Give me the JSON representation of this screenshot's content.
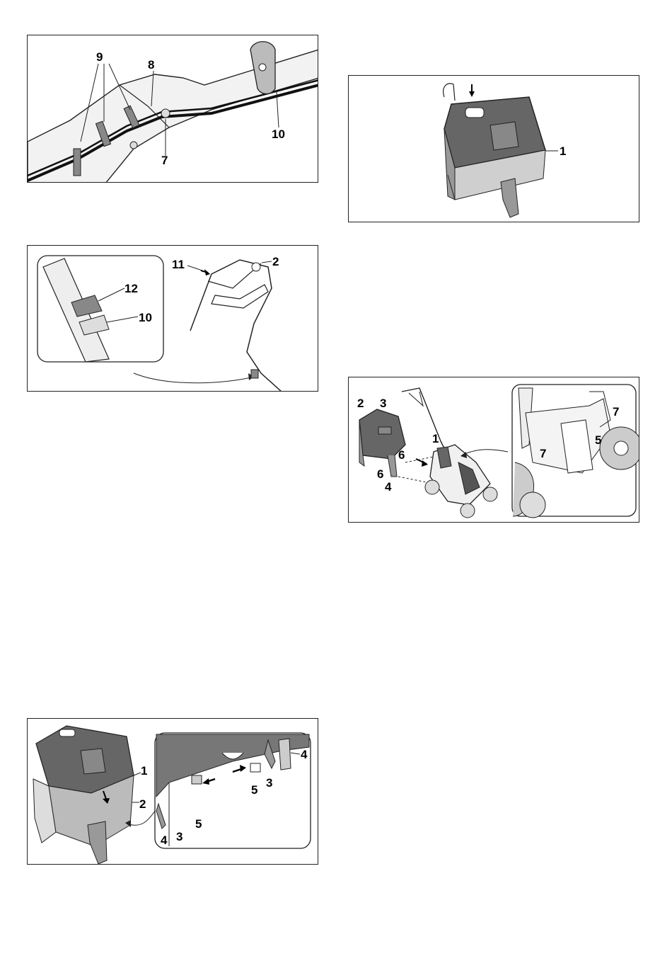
{
  "figures": [
    {
      "id": "handle-cable",
      "callouts": {
        "c9": "9",
        "c8": "8",
        "c7": "7",
        "c10": "10"
      }
    },
    {
      "id": "grass-catcher-lid",
      "callouts": {
        "c1": "1"
      }
    },
    {
      "id": "cable-clip-detail",
      "callouts": {
        "c11": "11",
        "c2": "2",
        "c12": "12",
        "c10": "10"
      }
    },
    {
      "id": "mower-catcher-attach",
      "callouts": {
        "c2": "2",
        "c3": "3",
        "c1": "1",
        "c6a": "6",
        "c6b": "6",
        "c4": "4",
        "c7a": "7",
        "c7b": "7",
        "c5": "5"
      }
    },
    {
      "id": "catcher-hinge-detail",
      "callouts": {
        "c1": "1",
        "c2": "2",
        "c4a": "4",
        "c3a": "3",
        "c5a": "5",
        "c4b": "4",
        "c3b": "3",
        "c5b": "5"
      }
    }
  ],
  "colors": {
    "border": "#222222",
    "dark_part": "#555555",
    "mid_part": "#8a8a8a",
    "light_part": "#cfcfcf"
  }
}
